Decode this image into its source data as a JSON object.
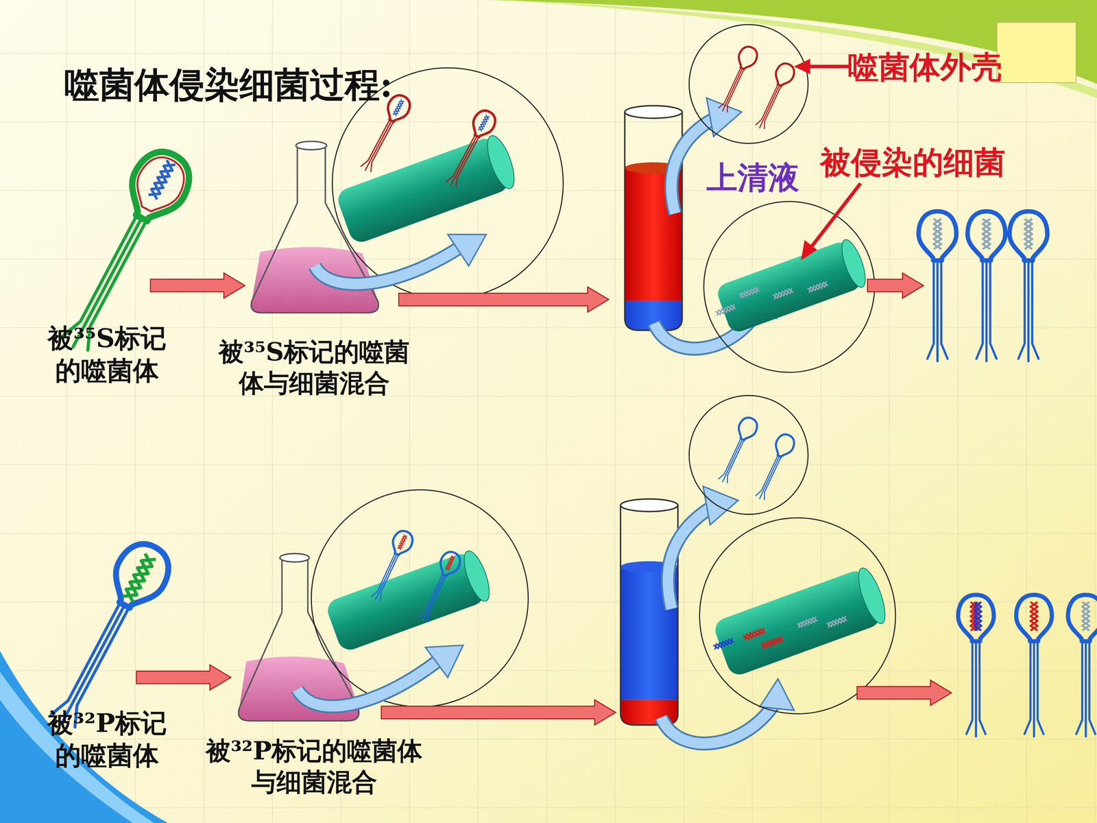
{
  "diagram": {
    "title": "噬菌体侵染细菌过程:",
    "labels": [
      "被³⁵S标记的噬菌体",
      "被³⁵S标记的噬菌体与细菌混合",
      "噬菌体外壳",
      "上清液",
      "被侵染的细菌",
      "被³²P标记的噬菌体",
      "被³²P标记的噬菌体与细菌混合"
    ]
  }
}
